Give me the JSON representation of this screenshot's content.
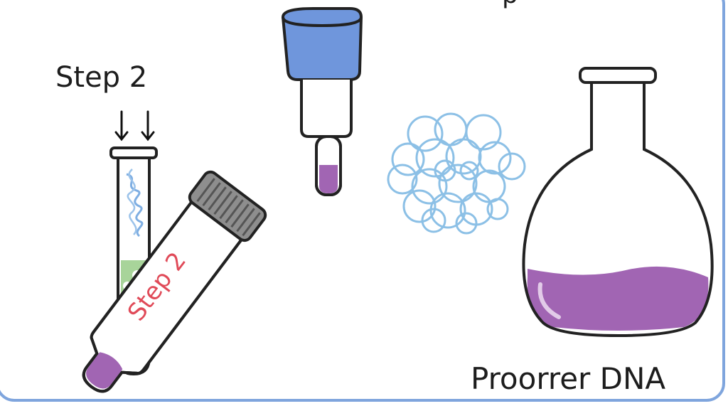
{
  "labels": {
    "tube_step": "Step 2",
    "falcon_step": "Step 2",
    "flask_caption": "Proorrer DNA",
    "top_partial": "p"
  },
  "colors": {
    "frame": "#7fa5dd",
    "outline": "#222222",
    "tube_liquid": "#a8d49a",
    "purple_liquid": "#a165b3",
    "blue_cap": "#6f96dc",
    "grey_cap": "#8e8e8e",
    "dna_tangle": "#8cc0e6",
    "falcon_text": "#e04a58"
  },
  "icons": [
    "down-arrow-icon",
    "test-tube-icon",
    "dropper-icon",
    "centrifuge-tube-icon",
    "dna-tangle-icon",
    "flask-icon"
  ]
}
